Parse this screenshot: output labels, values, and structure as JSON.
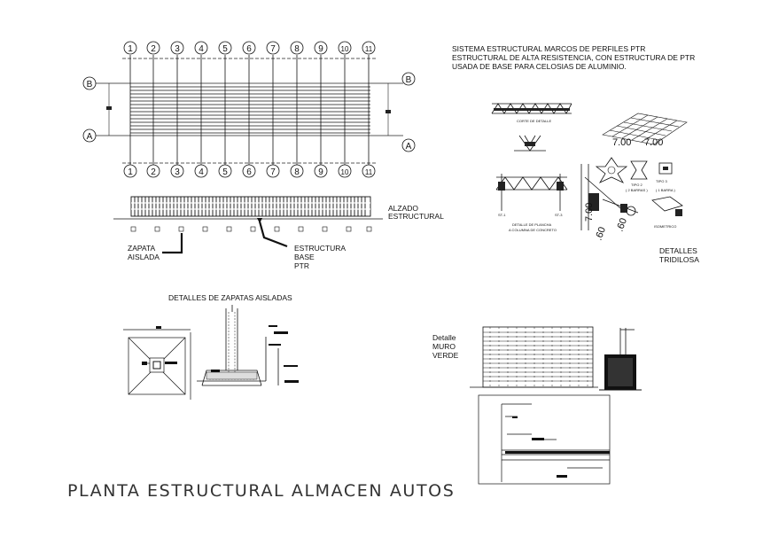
{
  "drawing": {
    "title": "PLANTA ESTRUCTURAL ALMACEN AUTOS",
    "grid_numbers": [
      "1",
      "2",
      "3",
      "4",
      "5",
      "6",
      "7",
      "8",
      "9",
      "10",
      "11"
    ],
    "grid_letters": [
      "B",
      "A"
    ],
    "notes": {
      "system_line1": "SISTEMA ESTRUCTURAL MARCOS DE PERFILES PTR",
      "system_line2": "ESTRUCTURAL DE ALTA RESISTENCIA, CON ESTRUCTURA DE PTR",
      "system_line3": "USADA DE BASE PARA CELOSIAS DE ALUMINIO."
    },
    "labels": {
      "alzado_1": "ALZADO",
      "alzado_2": "ESTRUCTURAL",
      "zapata_1": "ZAPATA",
      "zapata_2": "AISLADA",
      "estructura_1": "ESTRUCTURA",
      "estructura_2": "BASE",
      "estructura_3": "PTR",
      "detalles_zapatas": "DETALLES DE ZAPATAS AISLADAS",
      "detalles_tri_1": "DETALLES",
      "detalles_tri_2": "TRIDILOSA",
      "muro_1": "Detalle",
      "muro_2": "MURO",
      "muro_3": "VERDE",
      "dim_700_a": "7.00",
      "dim_700_b": "7.00",
      "dim_700_c": "7.00",
      "dim_60_a": ".60",
      "dim_60_b": ".60",
      "tiny_corte": "CORTE DE DETALLE",
      "tiny_st1": "ST-1",
      "tiny_st3": "ST-3",
      "tiny_plancha_1": "DETALLE DE PLANCHA",
      "tiny_plancha_2": "A COLUMNA DE CONCRETO",
      "tiny_tipo2": "TIPO 2",
      "tiny_tipo3": "TIPO 3",
      "tiny_barras1": "( 2 BARRAS )",
      "tiny_barras2": "( 1 BARRA )",
      "tiny_isometrico": "ISOMETRICO"
    }
  }
}
